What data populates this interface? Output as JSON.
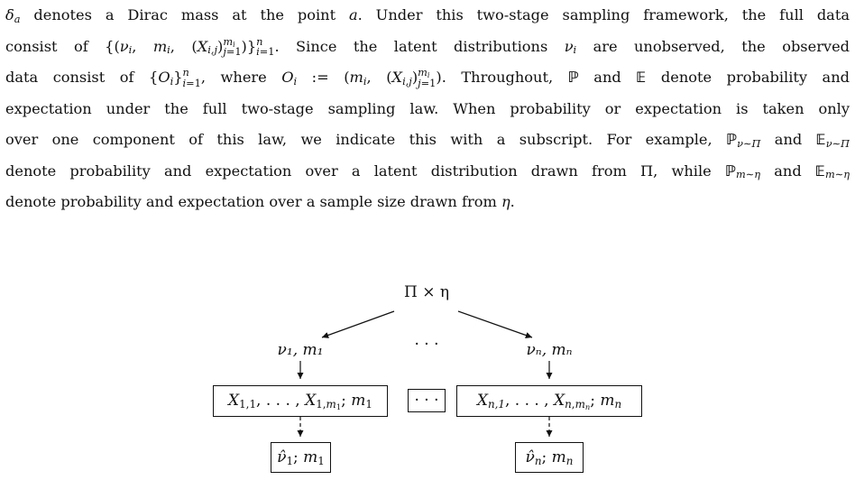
{
  "paragraph": {
    "l1_a": " denotes a Dirac mass at the point ",
    "l1_b": ". Under this two-stage sampling framework, the full data",
    "l2_a": "consist of ",
    "l2_b": ". Since the latent distributions ",
    "l2_c": " are unobserved, the observed",
    "l3_a": "data consist of ",
    "l3_b": ", where ",
    "l3_c": ". Throughout, ",
    "l3_d": " and ",
    "l3_e": " denote probability and",
    "l4": "expectation under the full two-stage sampling law. When probability or expectation is taken only",
    "l5_a": "over one component of this law, we indicate this with a subscript. For example, ",
    "l5_b": " and ",
    "l6_a": "denote probability and expectation over a latent distribution drawn from ",
    "l6_b": ", while ",
    "l6_c": " and ",
    "l7_a": "denote probability and expectation over a sample size drawn from ",
    "l7_b": "."
  },
  "diagram": {
    "root": "Π × η",
    "dots_top": "· · ·",
    "dots_box": "· · ·",
    "left_latent": "ν₁, m₁",
    "right_latent": "νₙ, mₙ"
  }
}
